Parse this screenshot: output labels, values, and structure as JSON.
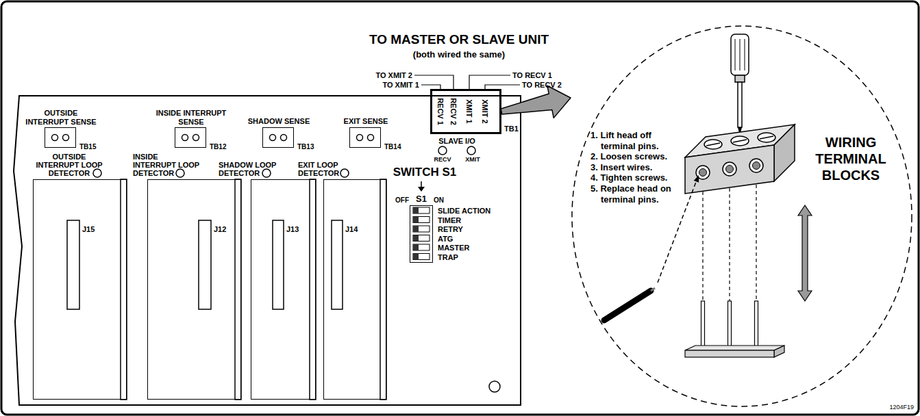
{
  "diagram": {
    "nodes": [
      {
        "text": [
          "OUTSIDE INTERRUPT SENSE",
          "TB15"
        ]
      },
      {
        "text": [
          "INSIDE INTERRUPT SENSE",
          "TB12"
        ]
      },
      {
        "text": [
          "SHADOW SENSE",
          "TB13"
        ]
      },
      {
        "text": [
          "EXIT SENSE",
          "TB14"
        ]
      },
      {
        "text": [
          "RECV 1",
          "RECV 2",
          "XMIT 1",
          "XMIT 2",
          "TB1"
        ]
      },
      {
        "text": [
          "OUTSIDE INTERRUPT LOOP DETECTOR",
          "J15"
        ]
      },
      {
        "text": [
          "INSIDE INTERRUPT LOOP DETECTOR",
          "J12"
        ]
      },
      {
        "text": [
          "SHADOW LOOP DETECTOR",
          "J13"
        ]
      },
      {
        "text": [
          "EXIT LOOP DETECTOR",
          "J14"
        ]
      },
      {
        "text": [
          "OFF",
          "S1",
          "ON",
          "SLIDE ACTION",
          "TIMER",
          "RETRY",
          "ATG",
          "MASTER",
          "TRAP"
        ]
      },
      {
        "text": [
          "WIRING TERMINAL BLOCKS",
          "1. Lift head off terminal pins.",
          "2. Loosen screws.",
          "3. Insert wires.",
          "4. Tighten screws.",
          "5. Replace head on terminal pins."
        ]
      }
    ],
    "edges": [
      {
        "from": 4,
        "to": 10,
        "arrow": "to"
      }
    ],
    "labels": [
      "TO MASTER OR SLAVE UNIT",
      "(both wired the same)",
      "TO XMIT 2",
      "TO XMIT 1",
      "TO RECV 1",
      "TO RECV 2",
      "SLAVE I/O",
      "RECV",
      "XMIT",
      "SWITCH S1",
      "1204F19"
    ]
  }
}
